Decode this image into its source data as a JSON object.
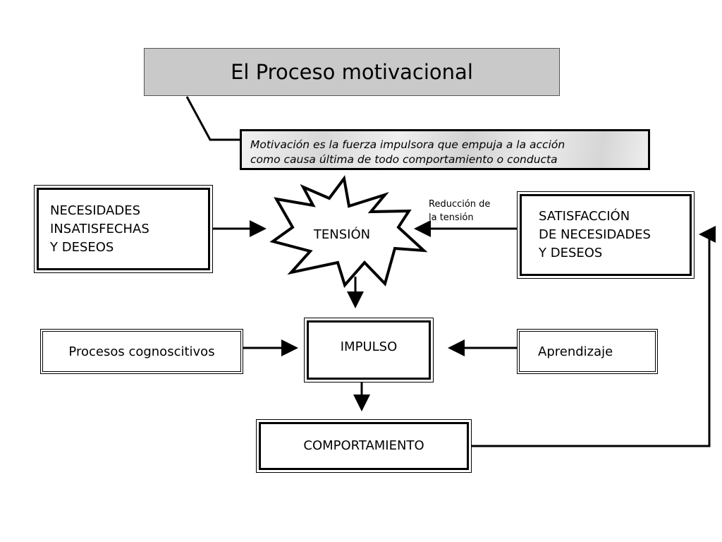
{
  "title": "El Proceso motivacional",
  "definition": {
    "line1": "Motivación es la fuerza impulsora que empuja  a la acción",
    "line2": "como causa última de todo comportamiento o conducta"
  },
  "nodes": {
    "needs": "NECESIDADES\nINSATISFECHAS\nY DESEOS",
    "tension": "TENSIÓN",
    "satisfaction": "SATISFACCIÓN\nDE NECESIDADES\nY DESEOS",
    "cognitive": "Procesos cognoscitivos",
    "impulse": "IMPULSO",
    "learning": "Aprendizaje",
    "behavior": "COMPORTAMIENTO"
  },
  "edge_labels": {
    "tension_reduction": "Reducción de\nla tensión"
  }
}
